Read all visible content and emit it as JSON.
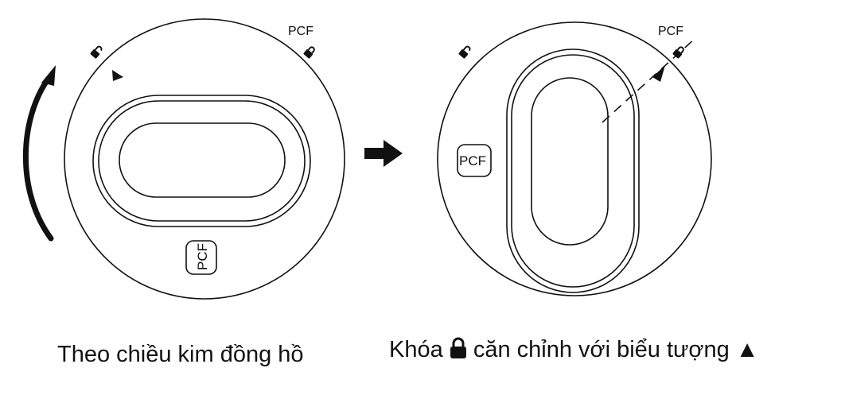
{
  "left_panel": {
    "top_label": "PCF",
    "badge_label": "PCF",
    "caption": "Theo chiều kim đồng hồ"
  },
  "right_panel": {
    "top_label": "PCF",
    "badge_label": "PCF",
    "caption_before": "Khóa",
    "caption_after": "căn chỉnh với biểu tượng ▲"
  },
  "colors": {
    "stroke": "#111111",
    "background": "#ffffff"
  }
}
